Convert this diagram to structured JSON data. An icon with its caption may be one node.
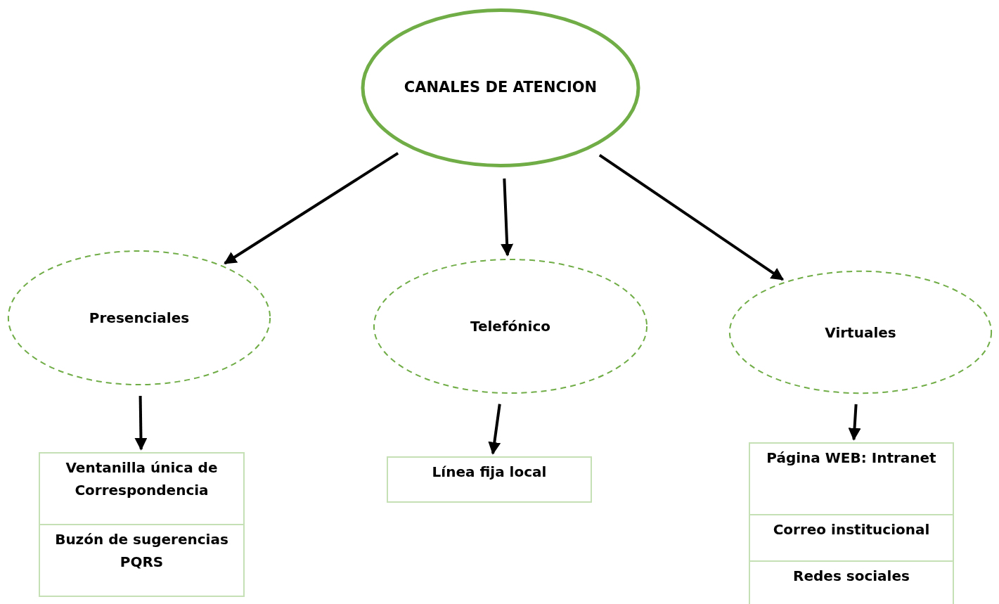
{
  "diagram": {
    "nodes": [
      {
        "text": [
          "CANALES DE ATENCION"
        ]
      },
      {
        "text": [
          "Presenciales"
        ]
      },
      {
        "text": [
          "Telefónico"
        ]
      },
      {
        "text": [
          "Virtuales"
        ]
      },
      {
        "text": [
          "Ventanilla única de Correspondencia"
        ]
      },
      {
        "text": [
          "Buzón de sugerencias PQRS"
        ]
      },
      {
        "text": [
          "Línea fija local"
        ]
      },
      {
        "text": [
          "Página WEB: Intranet"
        ]
      },
      {
        "text": [
          "Correo institucional"
        ]
      },
      {
        "text": [
          "Redes sociales"
        ]
      }
    ],
    "edges": [
      {
        "from": 0,
        "to": 1,
        "arrow": "to"
      },
      {
        "from": 0,
        "to": 2,
        "arrow": "to"
      },
      {
        "from": 0,
        "to": 3,
        "arrow": "to"
      },
      {
        "from": 1,
        "to": 4,
        "arrow": "to"
      },
      {
        "from": 2,
        "to": 6,
        "arrow": "to"
      },
      {
        "from": 3,
        "to": 7,
        "arrow": "to"
      }
    ]
  }
}
